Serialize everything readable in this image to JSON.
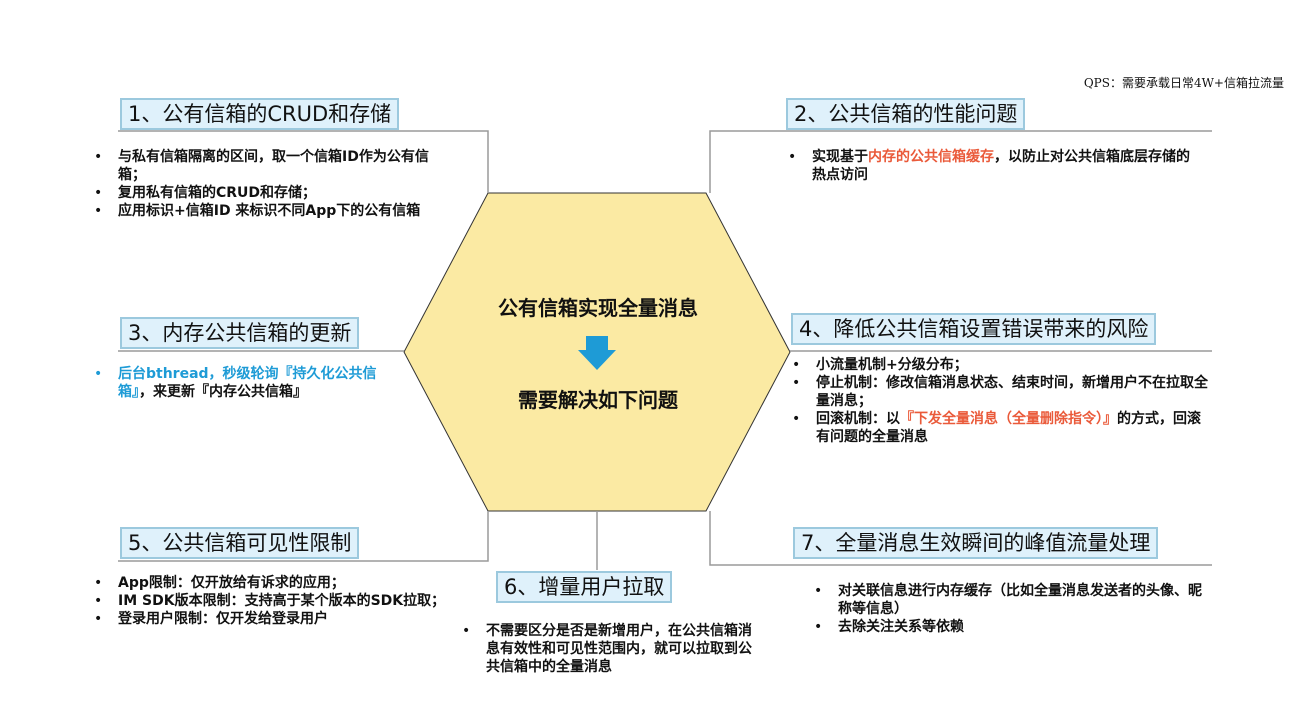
{
  "qps_note": "QPS：需要承载日常4W+信箱拉流量",
  "center": {
    "title": "公有信箱实现全量消息",
    "subtitle": "需要解决如下问题"
  },
  "sections": {
    "s1": {
      "title": "1、公有信箱的CRUD和存储",
      "bullets": [
        "与私有信箱隔离的区间，取一个信箱ID作为公有信箱；",
        "复用私有信箱的CRUD和存储；",
        "应用标识+信箱ID 来标识不同App下的公有信箱"
      ]
    },
    "s2": {
      "title": "2、公共信箱的性能问题",
      "b1_pre": "实现基于",
      "b1_hl": "内存的公共信箱缓存",
      "b1_post": "，以防止对公共信箱底层存储的热点访问"
    },
    "s3": {
      "title": "3、内存公共信箱的更新",
      "b1_hl": "后台bthread，秒级轮询『持久化公共信箱』",
      "b1_post": "，来更新『内存公共信箱』"
    },
    "s4": {
      "title": "4、降低公共信箱设置错误带来的风险",
      "b1": "小流量机制+分级分布；",
      "b2": "停止机制：修改信箱消息状态、结束时间，新增用户不在拉取全量消息；",
      "b3_pre": "回滚机制：以",
      "b3_hl": "『下发全量消息（全量删除指令）』",
      "b3_post": "的方式，回滚有问题的全量消息"
    },
    "s5": {
      "title": "5、公共信箱可见性限制",
      "bullets": [
        "App限制：仅开放给有诉求的应用；",
        "IM SDK版本限制：支持高于某个版本的SDK拉取；",
        "登录用户限制：仅开发给登录用户"
      ]
    },
    "s6": {
      "title": "6、增量用户拉取",
      "bullets": [
        "不需要区分是否是新增用户，在公共信箱消息有效性和可见性范围内，就可以拉取到公共信箱中的全量消息"
      ]
    },
    "s7": {
      "title": "7、全量消息生效瞬间的峰值流量处理",
      "bullets": [
        "对关联信息进行内存缓存（比如全量消息发送者的头像、昵称等信息）",
        "去除关注关系等依赖"
      ]
    }
  },
  "colors": {
    "hexagon_fill": "#fbeaa3",
    "title_bg": "#dff1fb",
    "title_border": "#9cc9de",
    "arrow": "#1e9bd6",
    "highlight_blue": "#1e9bd6",
    "highlight_red": "#ea5a3a",
    "connector": "#9a9a9a"
  },
  "icons": {
    "center_arrow": "arrow-down-icon"
  }
}
